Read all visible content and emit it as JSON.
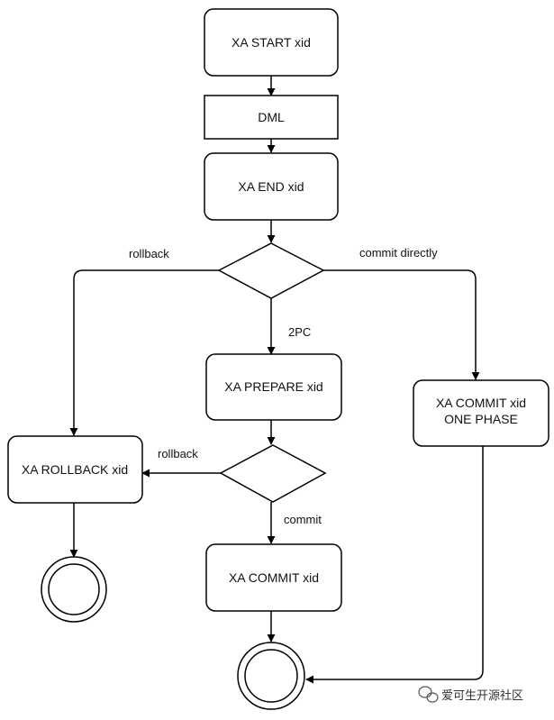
{
  "colors": {
    "stroke": "#000000",
    "fill": "#ffffff",
    "text": "#111111"
  },
  "nodes": {
    "xa_start": "XA START xid",
    "dml": "DML",
    "xa_end": "XA END xid",
    "xa_prepare": "XA PREPARE xid",
    "xa_commit_one_phase_line1": "XA COMMIT xid",
    "xa_commit_one_phase_line2": "ONE PHASE",
    "xa_rollback": "XA ROLLBACK xid",
    "xa_commit": "XA COMMIT xid"
  },
  "edges": {
    "rollback_1": "rollback",
    "commit_directly": "commit directly",
    "two_pc": "2PC",
    "rollback_2": "rollback",
    "commit": "commit"
  },
  "watermark": {
    "icon": "wechat-icon",
    "text": "爱可生开源社区"
  }
}
